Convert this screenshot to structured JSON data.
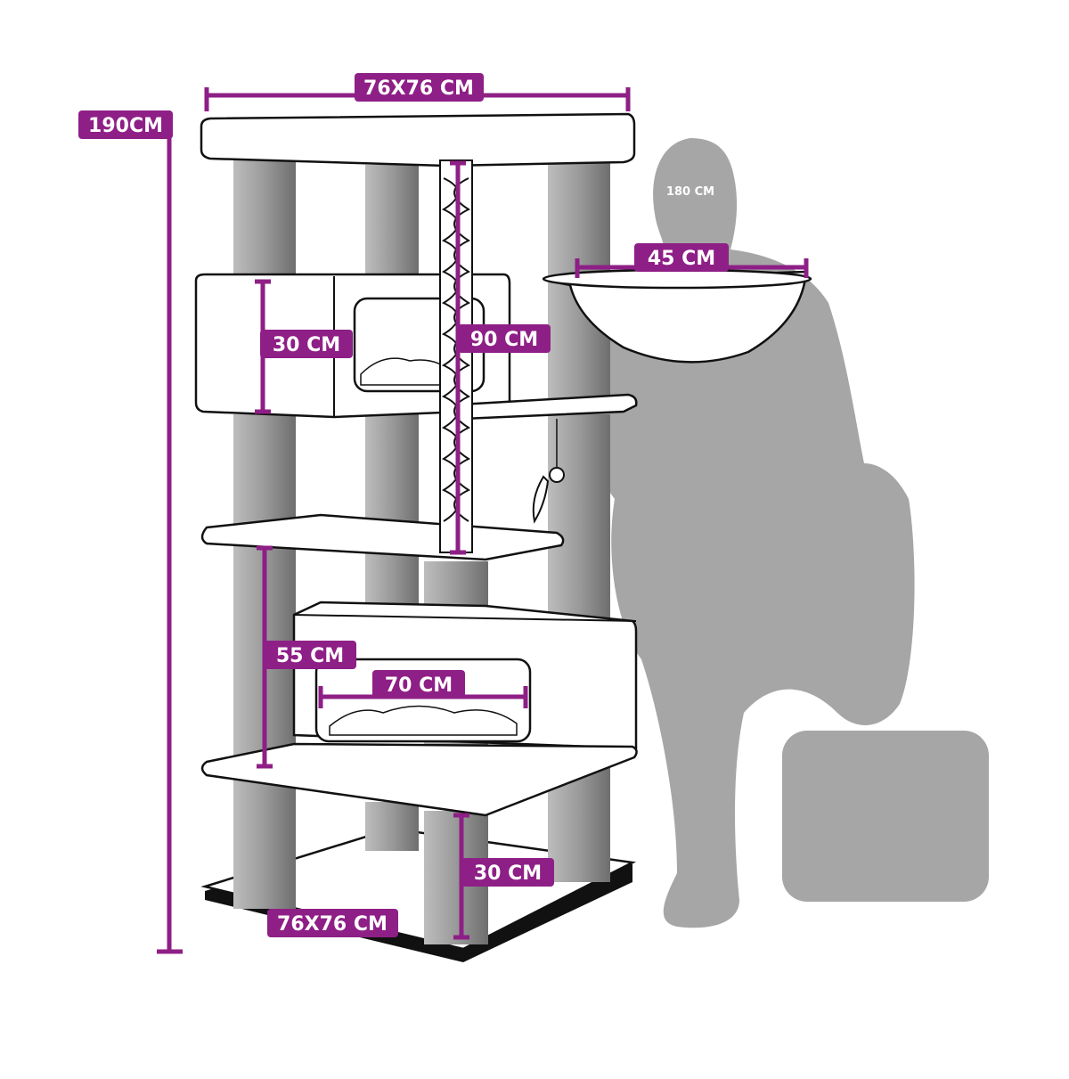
{
  "title": "Cat tree dimensions",
  "colors": {
    "accent": "#8e1f86",
    "post": "#9a9a9a",
    "silhouette": "#a6a6a6"
  },
  "dimensions": {
    "top_width": "76X76 CM",
    "total_height": "190CM",
    "person_height": "180 CM",
    "hammock_width": "45 CM",
    "upper_house_height": "30 CM",
    "rope_length": "90 CM",
    "middle_gap": "55 CM",
    "lower_house_width": "70 CM",
    "bottom_gap": "30 CM",
    "base_size": "76X76 CM"
  }
}
